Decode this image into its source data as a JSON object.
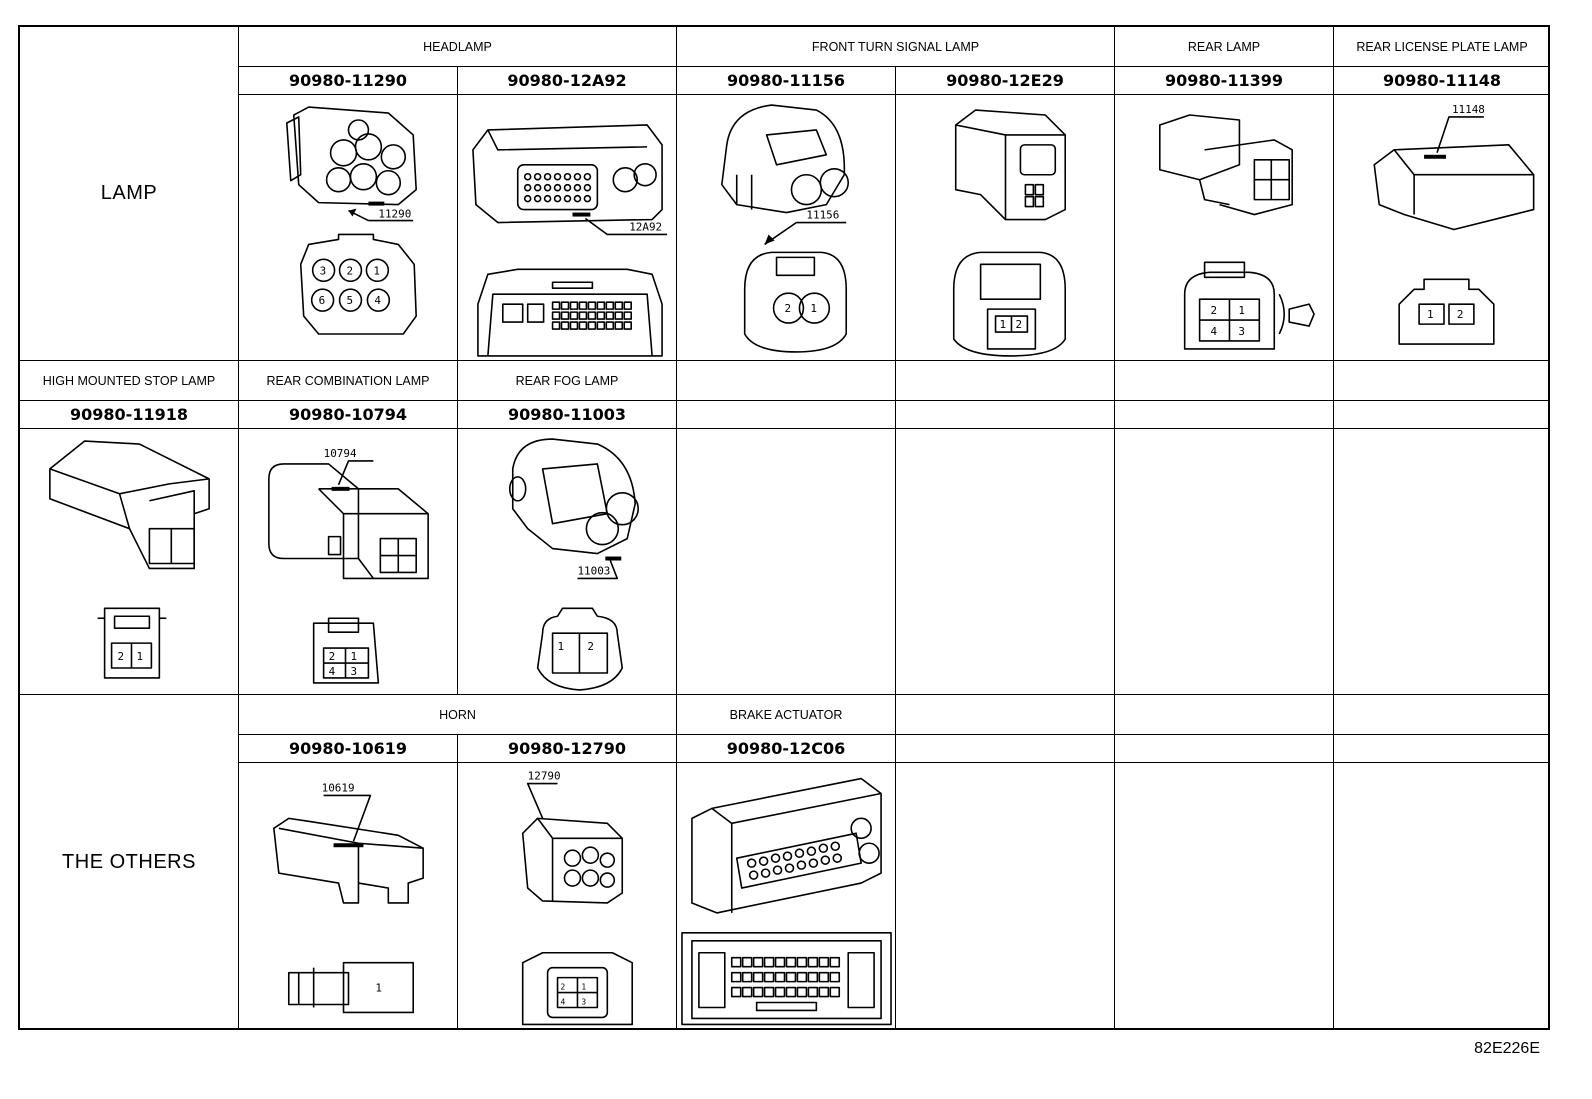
{
  "rows": {
    "lamp": "LAMP",
    "others": "THE OTHERS"
  },
  "categories": {
    "headlamp": "HEADLAMP",
    "front_turn": "FRONT TURN SIGNAL LAMP",
    "rear_lamp": "REAR LAMP",
    "rear_license": "REAR LICENSE PLATE LAMP",
    "high_stop": "HIGH MOUNTED STOP LAMP",
    "rear_combination": "REAR COMBINATION LAMP",
    "rear_fog": "REAR FOG LAMP",
    "horn": "HORN",
    "brake_actuator": "BRAKE ACTUATOR"
  },
  "parts": {
    "p11290": "90980-11290",
    "p12a92": "90980-12A92",
    "p11156": "90980-11156",
    "p12e29": "90980-12E29",
    "p11399": "90980-11399",
    "p11148": "90980-11148",
    "p11918": "90980-11918",
    "p10794": "90980-10794",
    "p11003": "90980-11003",
    "p10619": "90980-10619",
    "p12790": "90980-12790",
    "p12c06": "90980-12C06"
  },
  "callouts": {
    "c11290": "11290",
    "c12a92": "12A92",
    "c11156": "11156",
    "c11148": "11148",
    "c10794": "10794",
    "c11003": "11003",
    "c10619": "10619",
    "c12790": "12790"
  },
  "pins": {
    "n1": "1",
    "n2": "2",
    "n3": "3",
    "n4": "4",
    "n5": "5",
    "n6": "6"
  },
  "doc_code": "82E226E"
}
